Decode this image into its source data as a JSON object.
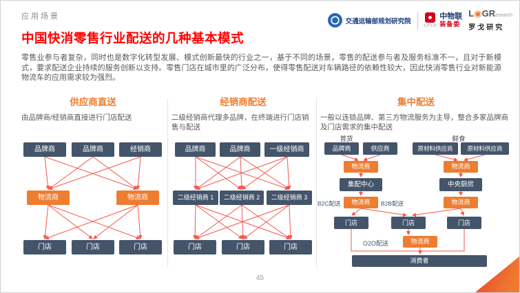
{
  "slide": {
    "eyebrow": "应用场景",
    "title": "中国快消零售行业配送的几种基本模式",
    "intro": "零售业参与者复杂，同时也是数字化转型发展、模式创新最快的行业之一，基于不同的场景，零售的配送参与者及服务标准不一，且对于新模式，要求配送企业持续的服务创新以支持。零售门店在城市里的广泛分布，使得零售配送对车辆路径的依赖性较大，因此快消零售行业对新能源物流车的应用需求较为强烈。",
    "page_number": "45"
  },
  "logos": {
    "org1": "交通运输部规划研究院",
    "org2_line1": "中物联",
    "org2_line2": "装备委",
    "org2_abbr": "CFLP",
    "org3_wordmark_l": "L",
    "org3_wordmark_o": "◉",
    "org3_wordmark_gr": "GR",
    "org3_suffix": "esearch",
    "org3_cn": "罗戈研究"
  },
  "columns": {
    "c1": {
      "heading": "供应商直送",
      "desc": "由品牌商/经销商直接进行门店配送",
      "top": [
        "品牌商",
        "品牌商",
        "经销商"
      ],
      "mid": [
        "物流商",
        "物流商"
      ],
      "bottom": [
        "门店",
        "门店",
        "门店"
      ]
    },
    "c2": {
      "heading": "经销商配送",
      "desc": "二级经销商代理多品牌，在终端进行门店销售与配送",
      "top": [
        "品牌商",
        "品牌商",
        "一级经销商"
      ],
      "mid": [
        "二级经销商 1",
        "二级经销商 2",
        "二级经销商 3"
      ],
      "bottom": [
        "门店",
        "门店",
        "门店"
      ]
    },
    "c3": {
      "heading": "集中配送",
      "desc": "一般以连锁品牌、第三方物流服务为主导，整合多家品牌商及门店需求的集中配送",
      "left_label": "普货",
      "right_label": "鲜食",
      "left_top": [
        "品牌商",
        "供应商"
      ],
      "left_logistics1": "物流商",
      "left_hub": "集配中心",
      "b2c": "B2C配送",
      "b2b": "B2B配送",
      "left_logistics2": "物流商",
      "right_top": [
        "原材料供应商",
        "原材料供应商"
      ],
      "right_logistics1": "物流商",
      "right_hub": "中央厨房",
      "right_logistics2": "物流商",
      "stores": [
        "门店",
        "门店",
        "门店"
      ],
      "o2o": "O2O配送",
      "o2o_logistics": "物流商",
      "consumer": "消费者"
    }
  },
  "colors": {
    "navy": "#44546A",
    "orange": "#ED7D31",
    "title_red": "#FF0000",
    "arrow": "#F4564A"
  }
}
